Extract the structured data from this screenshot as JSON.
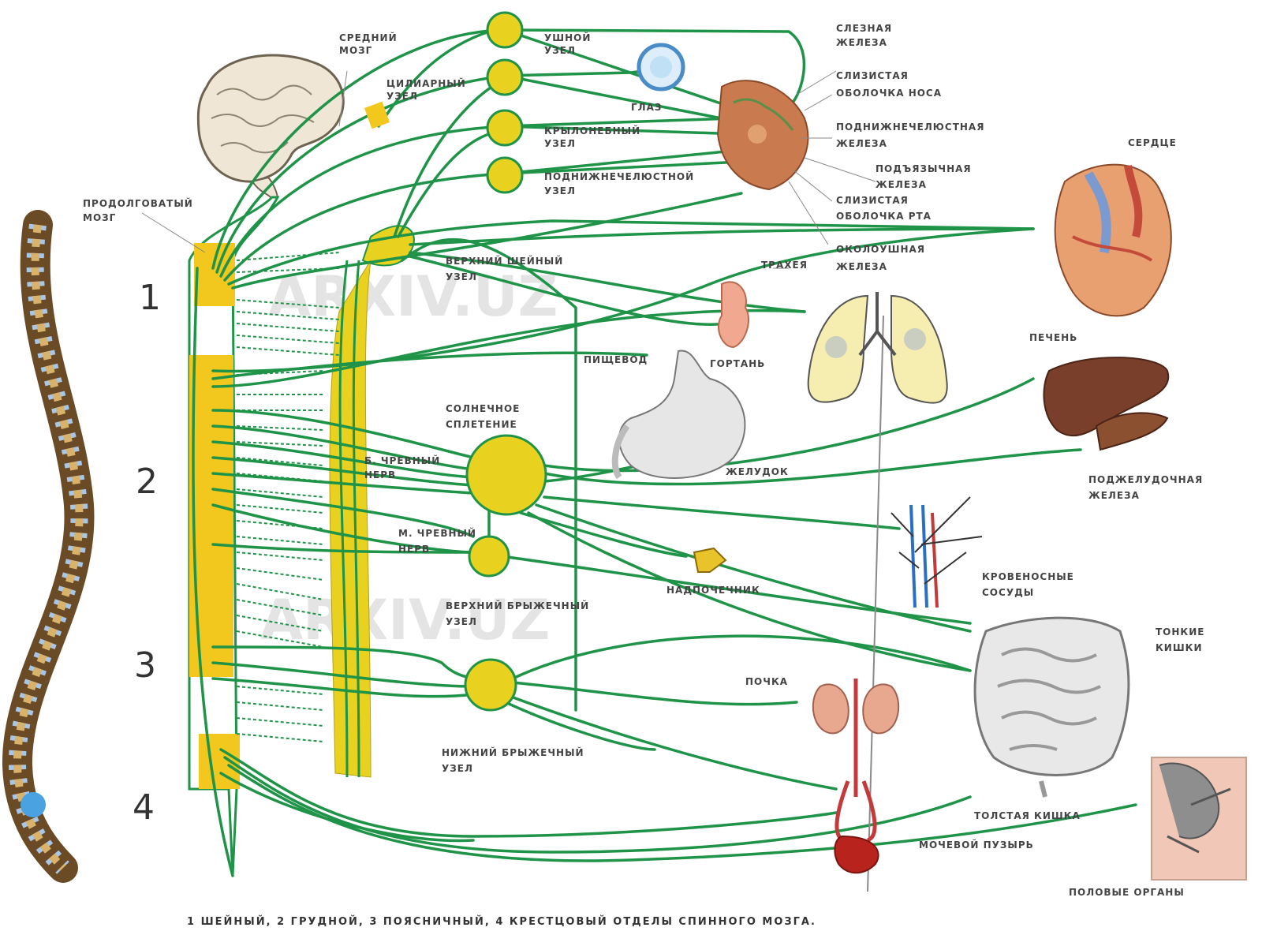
{
  "watermarks": [
    "ARXIV.UZ",
    "ARXIV.UZ"
  ],
  "section_numbers": [
    "1",
    "2",
    "3",
    "4"
  ],
  "caption": "1 ШЕЙНЫЙ, 2 ГРУДНОЙ, 3 ПОЯСНИЧНЫЙ, 4 КРЕСТЦОВЫЙ ОТДЕЛЫ СПИННОГО МОЗГА.",
  "labels": {
    "midbrain": [
      "СРЕДНИЙ",
      "МОЗГ"
    ],
    "medulla": [
      "ПРОДОЛГОВАТЫЙ",
      "МОЗГ"
    ],
    "ciliary_ganglion": [
      "ЦИЛИАРНЫЙ",
      "УЗЕЛ"
    ],
    "eye": "ГЛАЗ",
    "otic_ganglion": [
      "УШНОЙ",
      "УЗЕЛ"
    ],
    "pterygo_ganglion": [
      "КРЫЛОНЕБНЫЙ",
      "УЗЕЛ"
    ],
    "submandibular_ganglion": [
      "ПОДНИЖНЕЧЕЛЮСТНОЙ",
      "УЗЕЛ"
    ],
    "lacrimal_gland": [
      "СЛЕЗНАЯ",
      "ЖЕЛЕЗА"
    ],
    "nasal_mucosa": [
      "СЛИЗИСТАЯ",
      "ОБОЛОЧКА НОСА"
    ],
    "sublingual_gland": [
      "ПОДЪЯЗЫЧНАЯ",
      "ЖЕЛЕЗА"
    ],
    "submandibular_gland": [
      "ПОДНИЖНЕЧЕЛЮСТНАЯ",
      "ЖЕЛЕЗА"
    ],
    "oral_mucosa": [
      "СЛИЗИСТАЯ",
      "ОБОЛОЧКА РТА"
    ],
    "parotid_gland": [
      "ОКОЛОУШНАЯ",
      "ЖЕЛЕЗА"
    ],
    "heart": "СЕРДЦЕ",
    "superior_cervical": [
      "ВЕРХНИЙ ШЕЙНЫЙ",
      "УЗЕЛ"
    ],
    "trachea": "ТРАХЕЯ",
    "larynx": "ГОРТАНЬ",
    "esophagus": "ПИЩЕВОД",
    "liver": "ПЕЧЕНЬ",
    "celiac_plexus": [
      "СОЛНЕЧНОЕ",
      "СПЛЕТЕНИЕ"
    ],
    "greater_splanchnic": [
      "Б. ЧРЕВНЫЙ",
      "НЕРВ"
    ],
    "lesser_splanchnic": [
      "М. ЧРЕВНЫЙ",
      "НЕРВ"
    ],
    "stomach": "ЖЕЛУДОК",
    "pancreas": [
      "ПОДЖЕЛУДОЧНАЯ",
      "ЖЕЛЕЗА"
    ],
    "adrenal": "НАДПОЧЕЧНИК",
    "vessels": [
      "КРОВЕНОСНЫЕ",
      "СОСУДЫ"
    ],
    "superior_mesenteric": [
      "ВЕРХНИЙ БРЫЖЕЧНЫЙ",
      "УЗЕЛ"
    ],
    "small_intestine": [
      "ТОНКИЕ",
      "КИШКИ"
    ],
    "kidney": "ПОЧКА",
    "inferior_mesenteric": [
      "НИЖНИЙ БРЫЖЕЧНЫЙ",
      "УЗЕЛ"
    ],
    "large_intestine": "ТОЛСТАЯ КИШКА",
    "bladder": "МОЧЕВОЙ ПУЗЫРЬ",
    "genitals": "ПОЛОВЫЕ ОРГАНЫ"
  },
  "colors": {
    "nerve": "#1f9448",
    "ganglion": "#e8d21f",
    "cord_fill": "#ffffff",
    "segment_yellow": "#f2c81e"
  },
  "icons": [
    "brain-icon",
    "spine-icon",
    "eye-icon",
    "heart-icon",
    "lungs-icon",
    "stomach-icon",
    "liver-icon",
    "intestine-icon",
    "kidney-icon",
    "bladder-icon",
    "vessel-icon"
  ]
}
